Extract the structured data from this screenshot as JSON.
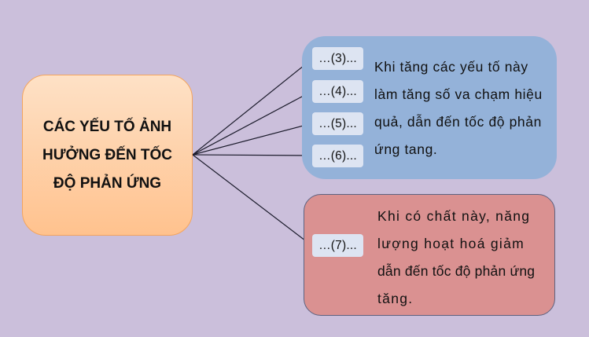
{
  "center": {
    "title": "CÁC YẾU TỐ ẢNH HƯỞNG ĐẾN TỐC ĐỘ PHẢN ỨNG",
    "color": "#ffc28e"
  },
  "group_factors": {
    "color": "#94b2d9",
    "labels": [
      "…(3)...",
      "…(4)...",
      "…(5)...",
      "…(6)..."
    ],
    "description_lines": [
      "Khi tăng các yếu tố này",
      "làm tăng số va chạm hiệu",
      "quả, dẫn đến tốc độ phản",
      "ứng tang."
    ]
  },
  "group_catalyst": {
    "color": "#da9191",
    "labels": [
      "…(7)..."
    ],
    "description_lines": [
      "Khi có chất này, năng",
      "lượng hoạt hoá giảm",
      "dẫn đến tốc độ phản ứng",
      "tăng."
    ]
  }
}
